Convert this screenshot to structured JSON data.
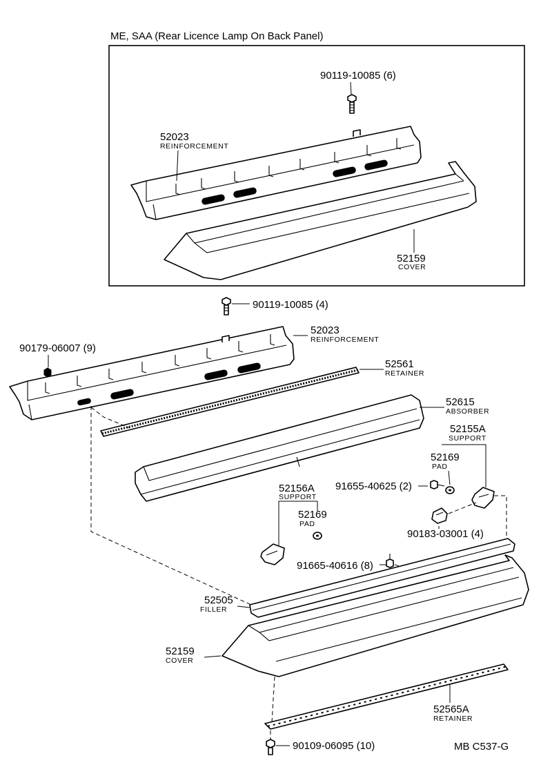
{
  "inset_title": "ME, SAA (Rear Licence Lamp On Back Panel)",
  "drawing_code": "MB  C537-G",
  "labels": {
    "inset_bolt": "90119-10085 (6)",
    "inset_reinf_num": "52023",
    "inset_reinf_name": "REINFORCEMENT",
    "inset_cover_num": "52159",
    "inset_cover_name": "COVER",
    "bolt_main": "90119-10085 (4)",
    "reinf_num": "52023",
    "reinf_name": "REINFORCEMENT",
    "nut": "90179-06007 (9)",
    "retainer_num": "52561",
    "retainer_name": "RETAINER",
    "absorber_num": "52615",
    "absorber_name": "ABSORBER",
    "support_r_num": "52155A",
    "support_r_name": "SUPPORT",
    "pad_r_num": "52169",
    "pad_r_name": "PAD",
    "screw_r": "91655-40625 (2)",
    "clip": "90183-03001 (4)",
    "support_l_num": "52156A",
    "support_l_name": "SUPPORT",
    "pad_l_num": "52169",
    "pad_l_name": "PAD",
    "screw_l": "91665-40616 (8)",
    "filler_num": "52505",
    "filler_name": "FILLER",
    "cover_num": "52159",
    "cover_name": "COVER",
    "retainer_low_num": "52565A",
    "retainer_low_name": "RETAINER",
    "bolt_low": "90109-06095 (10)"
  }
}
